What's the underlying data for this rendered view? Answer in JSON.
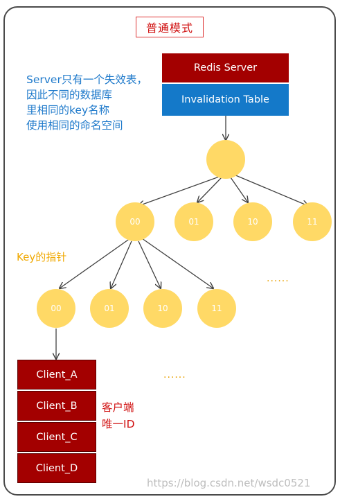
{
  "title": "普通模式",
  "note_lines": [
    "Server只有一个失效表，",
    "因此不同的数据库",
    "里相同的key名称",
    "使用相同的命名空间"
  ],
  "server": {
    "name": "Redis Server",
    "table": "Invalidation Table"
  },
  "tree": {
    "level1": [
      "00",
      "01",
      "10",
      "11"
    ],
    "level2": [
      "00",
      "01",
      "10",
      "11"
    ]
  },
  "key_pointer_label": "Key的指针",
  "ellipsis": "......",
  "clients": [
    "Client_A",
    "Client_B",
    "Client_C",
    "Client_D"
  ],
  "client_note_lines": [
    "客户端",
    "唯一ID"
  ],
  "watermark": "https://blog.csdn.net/wsdc0521",
  "colors": {
    "node_fill": "#ffd966",
    "server_red": "#a30000",
    "table_blue": "#1479c9",
    "note_blue": "#1f7acb",
    "title_red": "#d01010",
    "key_orange": "#f0a800"
  }
}
